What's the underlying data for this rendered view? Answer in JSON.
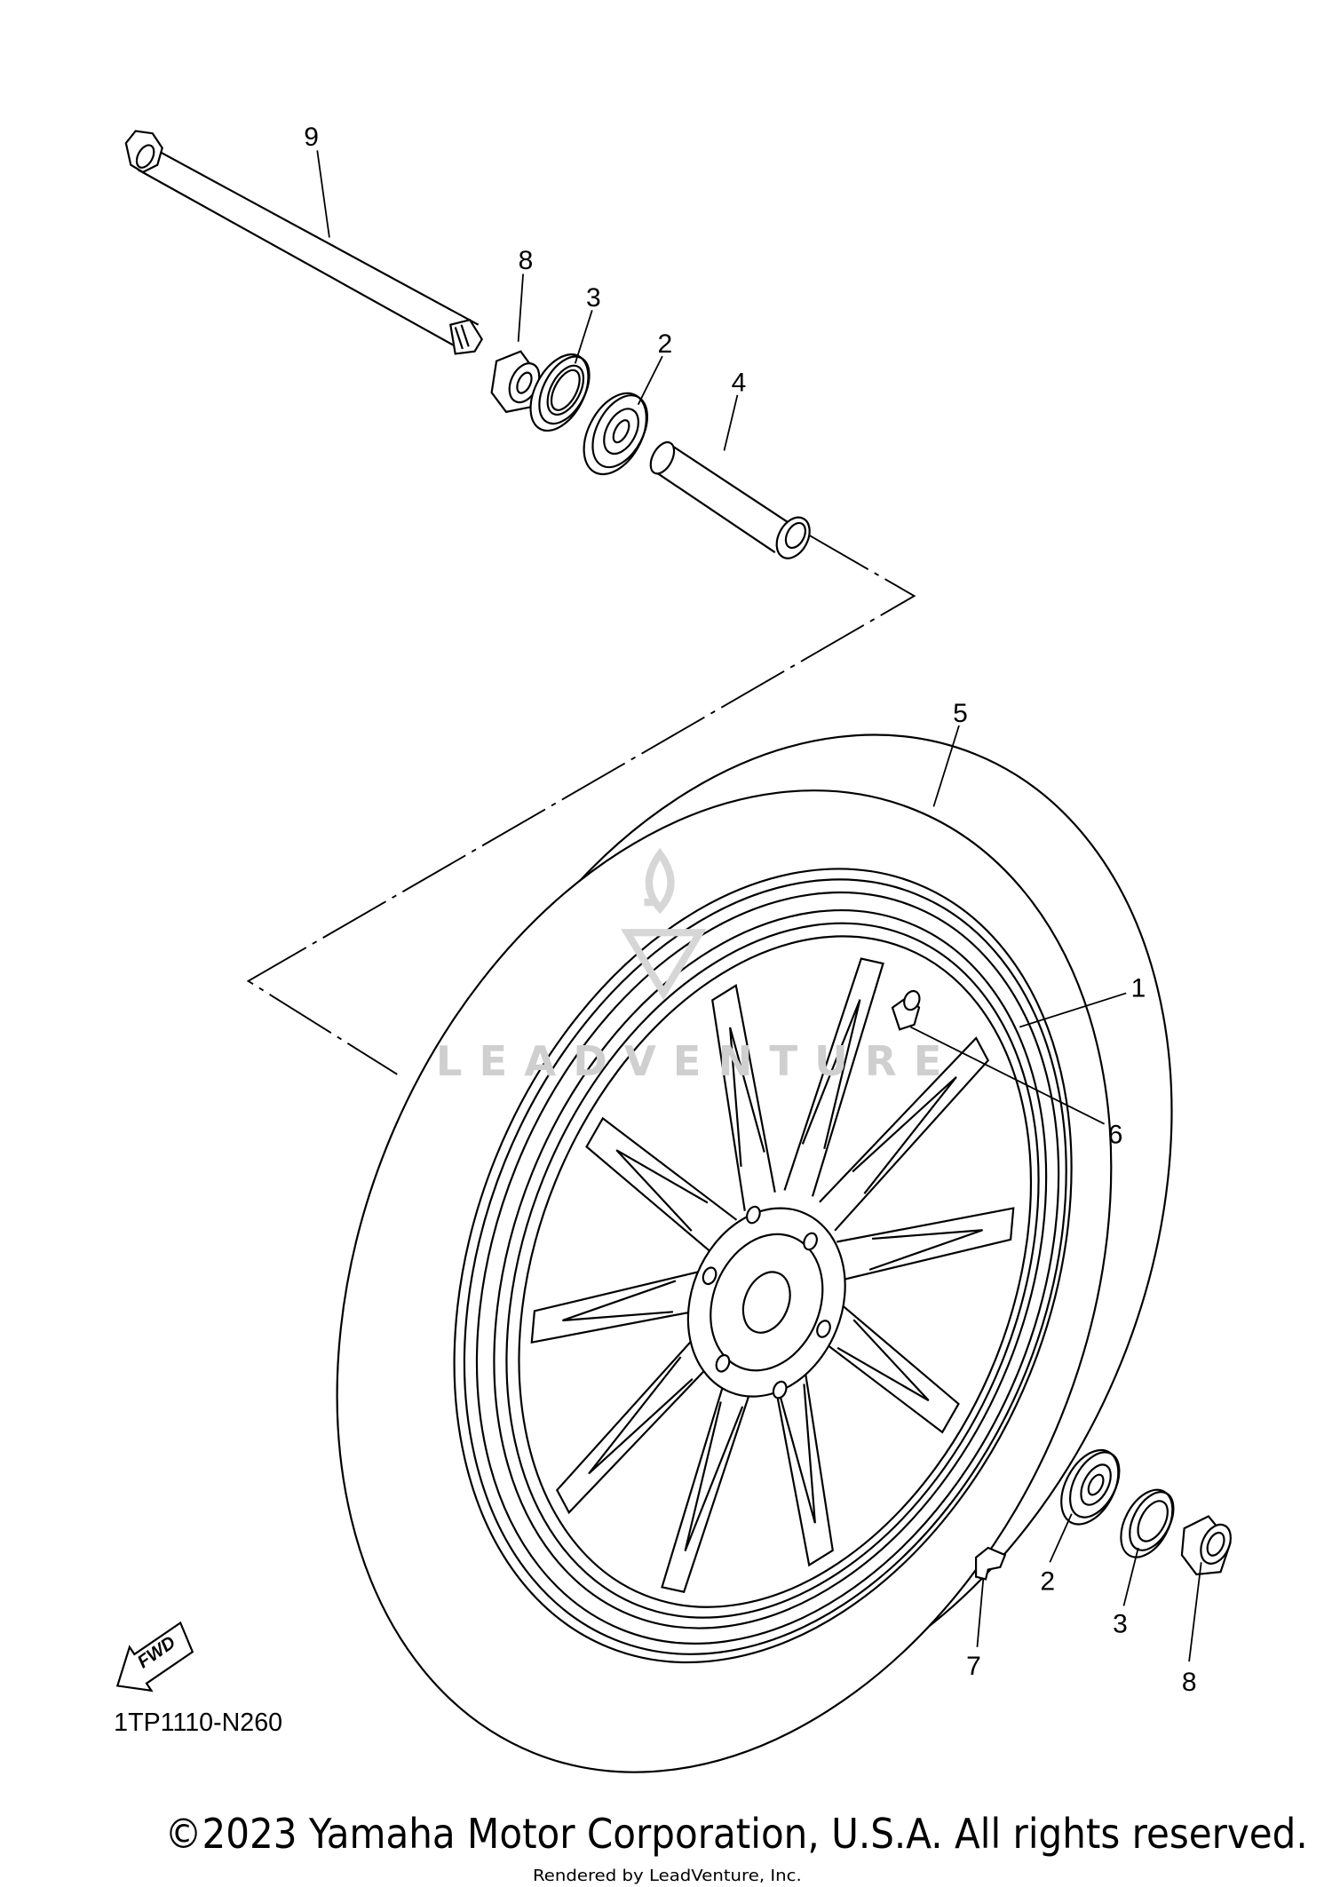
{
  "diagram": {
    "code": "1TP1110-N260",
    "fwd_label": "FWD",
    "watermark": "LEADVENTURE",
    "callouts": {
      "axle": "9",
      "spacer_top": "8",
      "oil_seal_top": "3",
      "bearing_top": "2",
      "collar": "4",
      "tire": "5",
      "wheel": "1",
      "valve": "6",
      "bearing_bottom": "2",
      "oil_seal_bottom": "3",
      "spacer_bottom": "8",
      "balance_weight": "7"
    }
  },
  "footer": {
    "copyright": "©2023 Yamaha Motor Corporation, U.S.A. All rights reserved.",
    "rendered_by": "Rendered by LeadVenture, Inc."
  }
}
